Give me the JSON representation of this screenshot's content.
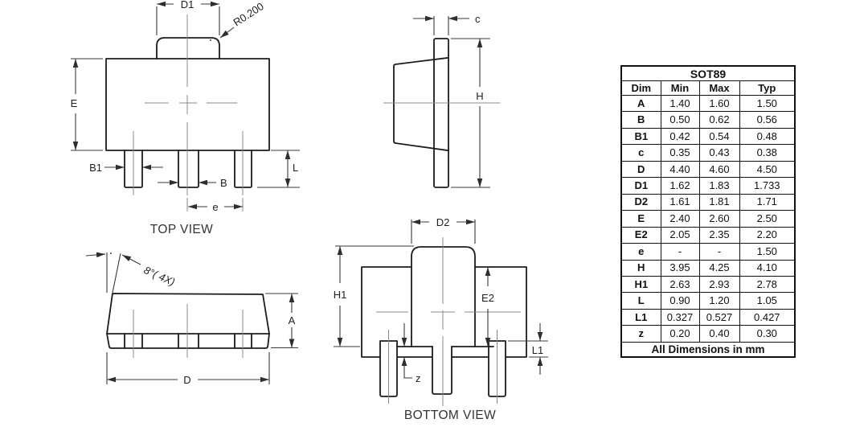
{
  "views": {
    "top": {
      "caption": "TOP VIEW",
      "labels": {
        "d1": "D1",
        "radius": "R0.200",
        "e_body": "E",
        "b1": "B1",
        "b": "B",
        "pitch": "e",
        "l": "L"
      }
    },
    "side": {
      "labels": {
        "c": "c",
        "h": "H"
      }
    },
    "front": {
      "labels": {
        "angle": "8°( 4X)",
        "a": "A",
        "d": "D"
      }
    },
    "bottom": {
      "caption": "BOTTOM VIEW",
      "labels": {
        "d2": "D2",
        "h1": "H1",
        "e2": "E2",
        "z": "z",
        "l1": "L1"
      }
    }
  },
  "table": {
    "title": "SOT89",
    "columns": [
      "Dim",
      "Min",
      "Max",
      "Typ"
    ],
    "rows": [
      {
        "dim": "A",
        "min": "1.40",
        "max": "1.60",
        "typ": "1.50"
      },
      {
        "dim": "B",
        "min": "0.50",
        "max": "0.62",
        "typ": "0.56"
      },
      {
        "dim": "B1",
        "min": "0.42",
        "max": "0.54",
        "typ": "0.48"
      },
      {
        "dim": "c",
        "min": "0.35",
        "max": "0.43",
        "typ": "0.38"
      },
      {
        "dim": "D",
        "min": "4.40",
        "max": "4.60",
        "typ": "4.50"
      },
      {
        "dim": "D1",
        "min": "1.62",
        "max": "1.83",
        "typ": "1.733"
      },
      {
        "dim": "D2",
        "min": "1.61",
        "max": "1.81",
        "typ": "1.71"
      },
      {
        "dim": "E",
        "min": "2.40",
        "max": "2.60",
        "typ": "2.50"
      },
      {
        "dim": "E2",
        "min": "2.05",
        "max": "2.35",
        "typ": "2.20"
      },
      {
        "dim": "e",
        "min": "-",
        "max": "-",
        "typ": "1.50"
      },
      {
        "dim": "H",
        "min": "3.95",
        "max": "4.25",
        "typ": "4.10"
      },
      {
        "dim": "H1",
        "min": "2.63",
        "max": "2.93",
        "typ": "2.78"
      },
      {
        "dim": "L",
        "min": "0.90",
        "max": "1.20",
        "typ": "1.05"
      },
      {
        "dim": "L1",
        "min": "0.327",
        "max": "0.527",
        "typ": "0.427"
      },
      {
        "dim": "z",
        "min": "0.20",
        "max": "0.40",
        "typ": "0.30"
      }
    ],
    "footer": "All Dimensions in mm"
  },
  "colors": {
    "outline": "#1c1c1c",
    "dimension": "#3a3a3a",
    "centerline": "#8a8a8a",
    "table_border": "#111111"
  }
}
